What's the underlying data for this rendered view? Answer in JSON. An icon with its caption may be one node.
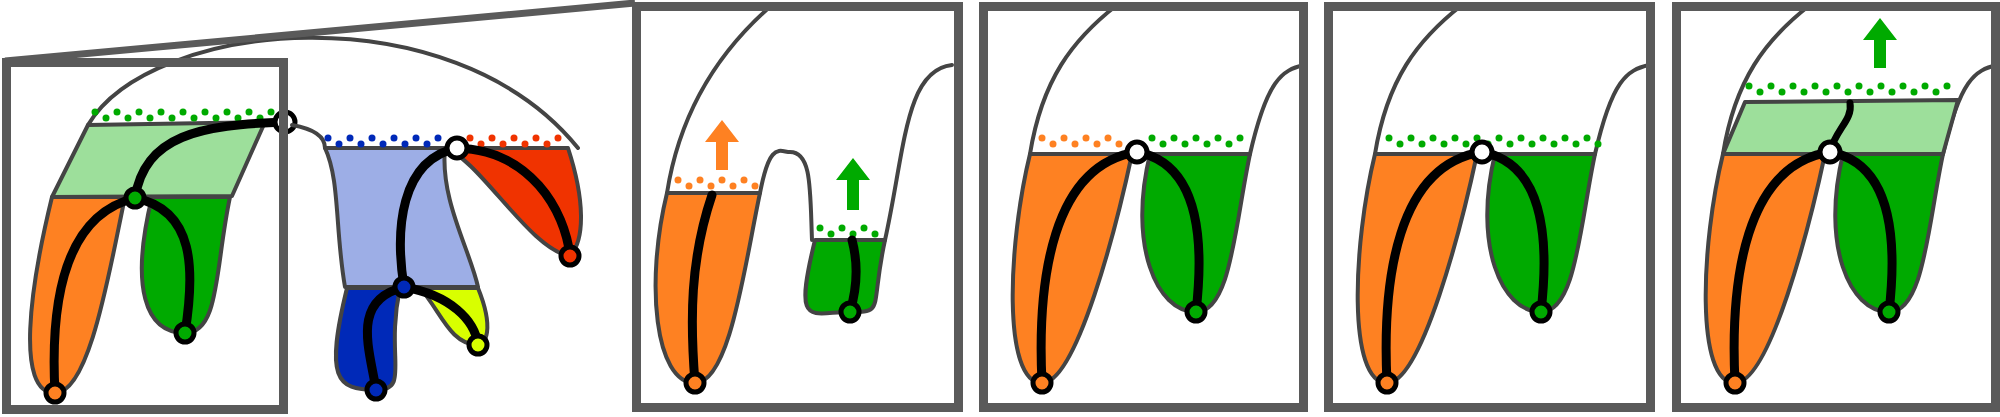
{
  "diagram": {
    "nodes": [
      {
        "text": [],
        "shape": "box"
      },
      {
        "text": [],
        "shape": "box"
      },
      {
        "text": [],
        "shape": "box"
      },
      {
        "text": [],
        "shape": "box"
      },
      {
        "text": [],
        "shape": "box"
      }
    ],
    "edges": [
      {
        "from": 0,
        "to": 1,
        "arrow": "none"
      }
    ]
  }
}
